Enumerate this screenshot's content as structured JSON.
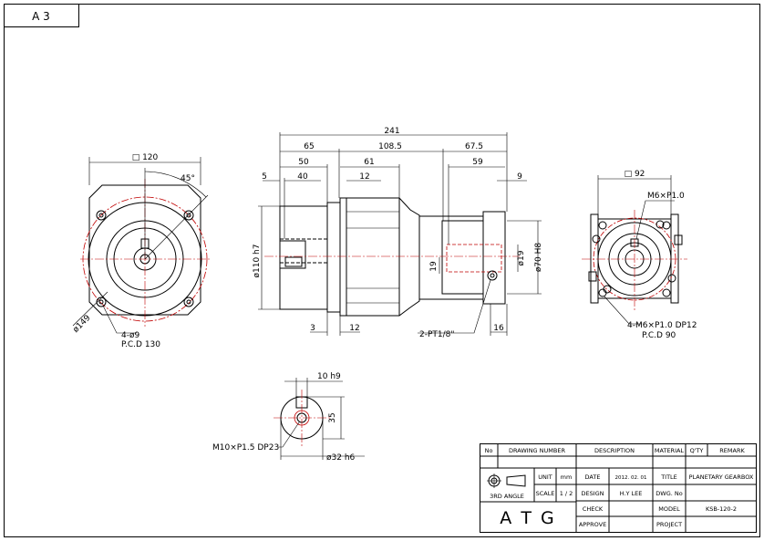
{
  "sheet": {
    "size": "A 3"
  },
  "front_view": {
    "square": "□ 120",
    "angle": "45°",
    "diameter": "ø149",
    "holes": "4-ø9",
    "pcd": "P.C.D 130"
  },
  "side_view": {
    "overall": "241",
    "d65": "65",
    "d108": "108.5",
    "d67": "67.5",
    "d50": "50",
    "d61": "61",
    "d59": "59",
    "d5": "5",
    "d40": "40",
    "d12a": "12",
    "d9": "9",
    "shaft_dia": "ø110 h7",
    "d19": "19",
    "d19b": "ø19",
    "d70": "ø70 H8",
    "d3": "3",
    "d12b": "12",
    "port": "2-PT1/8\"",
    "d16": "16"
  },
  "rear_view": {
    "square": "□ 92",
    "thread_top": "M6×P1.0",
    "holes": "4-M6×P1.0 DP12",
    "pcd": "P.C.D 90"
  },
  "shaft_detail": {
    "key": "10 h9",
    "height": "35",
    "thread": "M10×P1.5 DP23",
    "dia": "ø32 h6"
  },
  "title_block": {
    "headers": {
      "no": "No",
      "drawing_number": "DRAWING NUMBER",
      "description": "DESCRIPTION",
      "material": "MATERIAL",
      "qty": "Q'TY",
      "remark": "REMARK"
    },
    "unit_label": "UNIT",
    "unit_value": "mm",
    "scale_label": "SCALE",
    "scale_value": "1 / 2",
    "angle_label": "3RD ANGLE",
    "date_label": "DATE",
    "date_value": "2012. 02. 01",
    "design_label": "DESIGN",
    "design_value": "H.Y LEE",
    "check_label": "CHECK",
    "approve_label": "APPROVE",
    "title_label": "TITLE",
    "title_value": "PLANETARY GEARBOX",
    "dwg_label": "DWG. No",
    "model_label": "MODEL",
    "model_value": "KSB-120-2",
    "project_label": "PROJECT",
    "company": "A T G"
  }
}
